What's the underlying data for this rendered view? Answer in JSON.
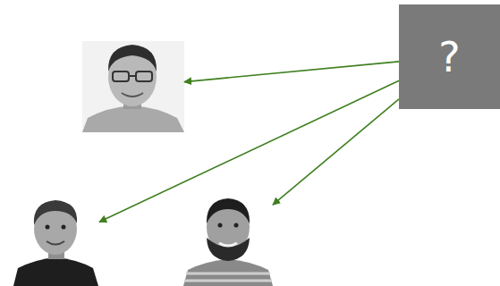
{
  "diagram": {
    "nodes": [
      {
        "text": []
      },
      {
        "text": [
          "?"
        ]
      },
      {
        "text": []
      },
      {
        "text": []
      }
    ],
    "edges": [
      {
        "from": 1,
        "to": 0,
        "arrow": "to"
      },
      {
        "from": 1,
        "to": 2,
        "arrow": "to"
      },
      {
        "from": 1,
        "to": 3,
        "arrow": "to"
      }
    ]
  }
}
